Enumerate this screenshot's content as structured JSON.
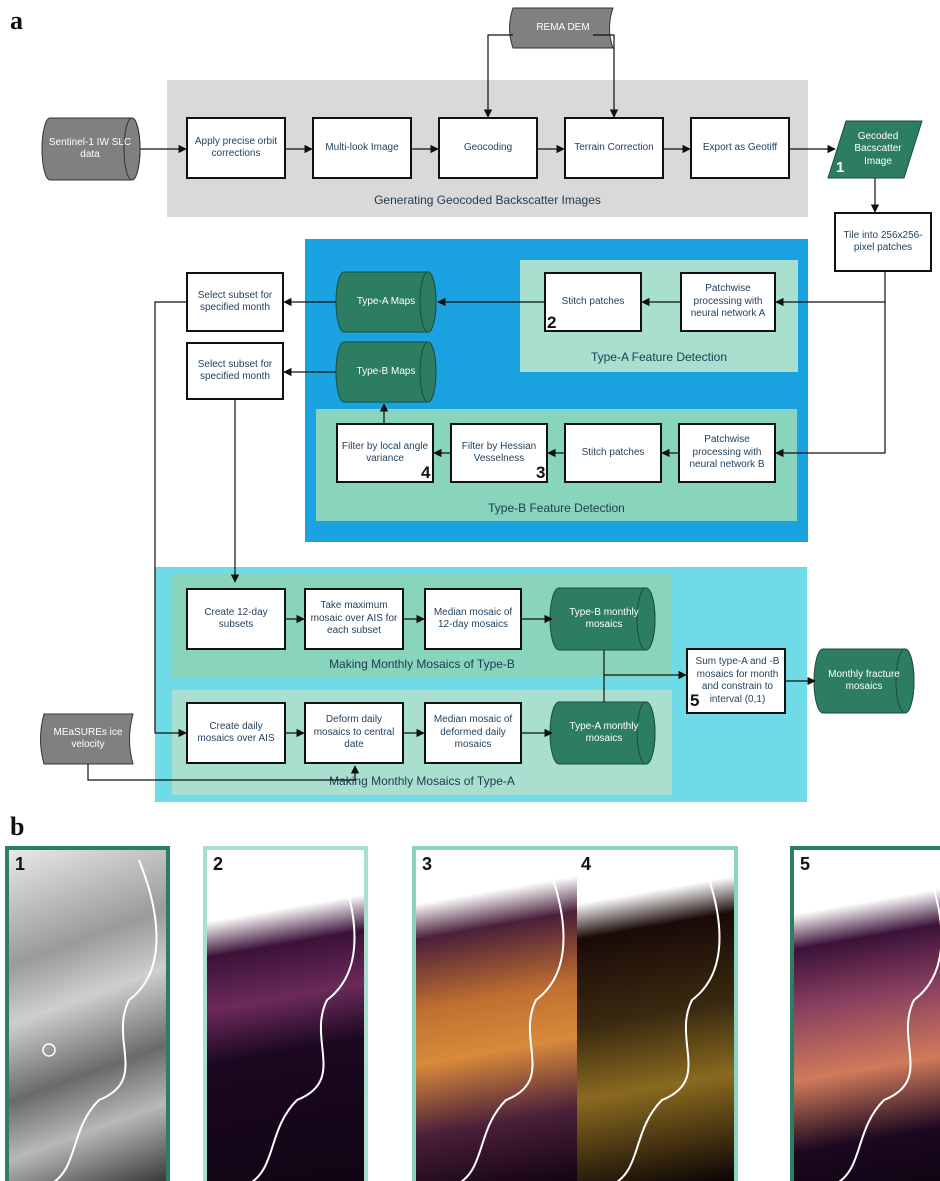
{
  "panel_a": "a",
  "panel_b": "b",
  "regions": {
    "geocode": "Generating Geocoded Backscatter Images",
    "type_a_detect": "Type-A Feature Detection",
    "type_b_detect": "Type-B Feature Detection",
    "monthly_b": "Making Monthly Mosaics of Type-B",
    "monthly_a": "Making Monthly Mosaics of Type-A"
  },
  "nodes": {
    "rema": "REMA DEM",
    "sentinel": "Sentinel-1 IW SLC data",
    "orbit": "Apply precise orbit corrections",
    "multilook": "Multi-look Image",
    "geocoding": "Geocoding",
    "terrain": "Terrain Correction",
    "export": "Export as Geotiff",
    "geocoded_image": "Gecoded Bacscatter Image",
    "tile": "Tile into 256x256-pixel patches",
    "patch_a": "Patchwise processing with neural network A",
    "stitch_a": "Stitch patches",
    "type_a_maps": "Type-A Maps",
    "select_a": "Select subset for specified month",
    "select_b": "Select subset for specified month",
    "type_b_maps": "Type-B Maps",
    "patch_b": "Patchwise processing with neural network B",
    "stitch_b": "Stitch patches",
    "hessian": "Filter by Hessian Vesselness",
    "angle": "Filter by local angle variance",
    "create12": "Create 12-day subsets",
    "takemax": "Take maximum mosaic over AIS for each subset",
    "median12": "Median mosaic of 12-day mosaics",
    "b_monthly": "Type-B monthly mosaics",
    "sum": "Sum type-A and -B mosaics for month and constrain to interval (0,1)",
    "monthly_fracture": "Monthly fracture mosaics",
    "measures": "MEaSUREs ice velocity",
    "create_daily": "Create daily mosaics over AIS",
    "deform": "Deform daily mosaics to central date",
    "median_deformed": "Median mosaic of deformed daily mosaics",
    "a_monthly": "Type-A monthly mosaics"
  },
  "step_numbers": {
    "geocoded": "1",
    "stitch_a": "2",
    "hessian": "3",
    "angle": "4",
    "sum": "5"
  },
  "thumbnails": [
    "1",
    "2",
    "3",
    "4",
    "5"
  ],
  "colors": {
    "gray_region": "#d9d9d9",
    "blue_region": "#1aa3e0",
    "cyan_region": "#6fdbe6",
    "light_green_region": "#a9dfcf",
    "mid_green_region": "#88d4bd",
    "dark_green": "#2d7d63",
    "gray_shape": "#808080"
  }
}
